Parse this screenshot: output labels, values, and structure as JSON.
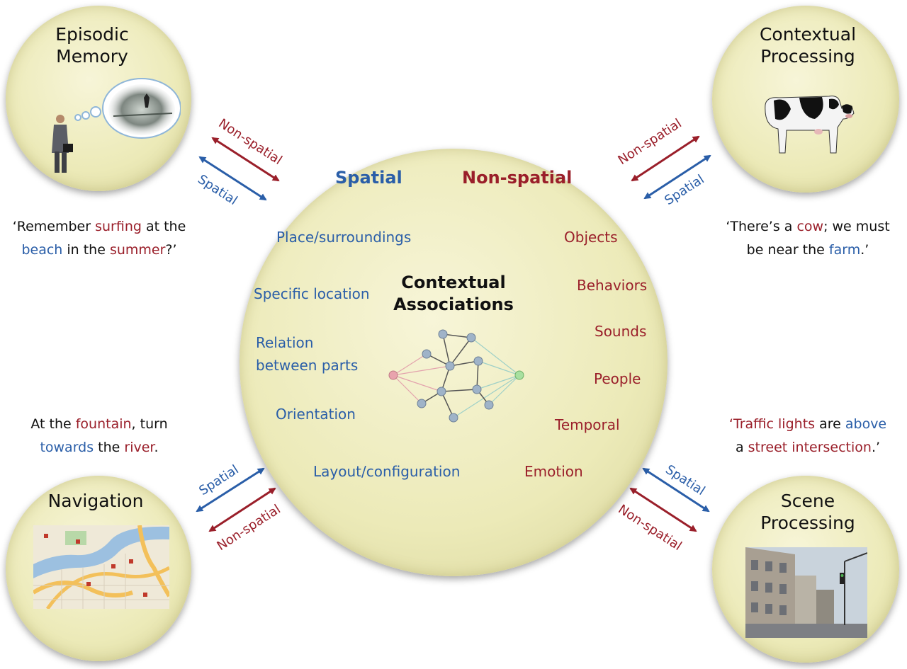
{
  "center": {
    "heading_spatial": "Spatial",
    "heading_nonspatial": "Non-spatial",
    "title_line1": "Contextual",
    "title_line2": "Associations",
    "spatial_items": [
      "Place/surroundings",
      "Specific location",
      "Relation",
      "between parts",
      "Orientation",
      "Layout/configuration"
    ],
    "nonspatial_items": [
      "Objects",
      "Behaviors",
      "Sounds",
      "People",
      "Temporal",
      "Emotion"
    ]
  },
  "nodes": {
    "episodic": {
      "line1": "Episodic",
      "line2": "Memory"
    },
    "contextual": {
      "line1": "Contextual",
      "line2": "Processing"
    },
    "navigation": {
      "line1": "Navigation"
    },
    "scene": {
      "line1": "Scene",
      "line2": "Processing"
    }
  },
  "quotes": {
    "episodic": {
      "a": "‘Remember ",
      "b": "surfing",
      "c": " at the",
      "d": "beach",
      "e": " in the ",
      "f": "summer",
      "g": "?’"
    },
    "contextual": {
      "a": "‘There’s a ",
      "b": "cow",
      "c": "; we must",
      "d": "be near the ",
      "e": "farm",
      "f": ".’"
    },
    "navigation": {
      "a": "At the ",
      "b": "fountain",
      "c": ", turn",
      "d": "towards",
      "e": " the ",
      "f": "river",
      "g": "."
    },
    "scene": {
      "a": "‘",
      "b": "Traffic lights",
      "c": " are ",
      "d": "above",
      "e": "a ",
      "f": "street intersection",
      "g": ".’"
    }
  },
  "arrow_labels": {
    "spatial": "Spatial",
    "nonspatial": "Non-spatial"
  },
  "colors": {
    "spatial": "#2a5ea8",
    "nonspatial": "#9a1f2a",
    "circle_fill": "#eceab8"
  }
}
